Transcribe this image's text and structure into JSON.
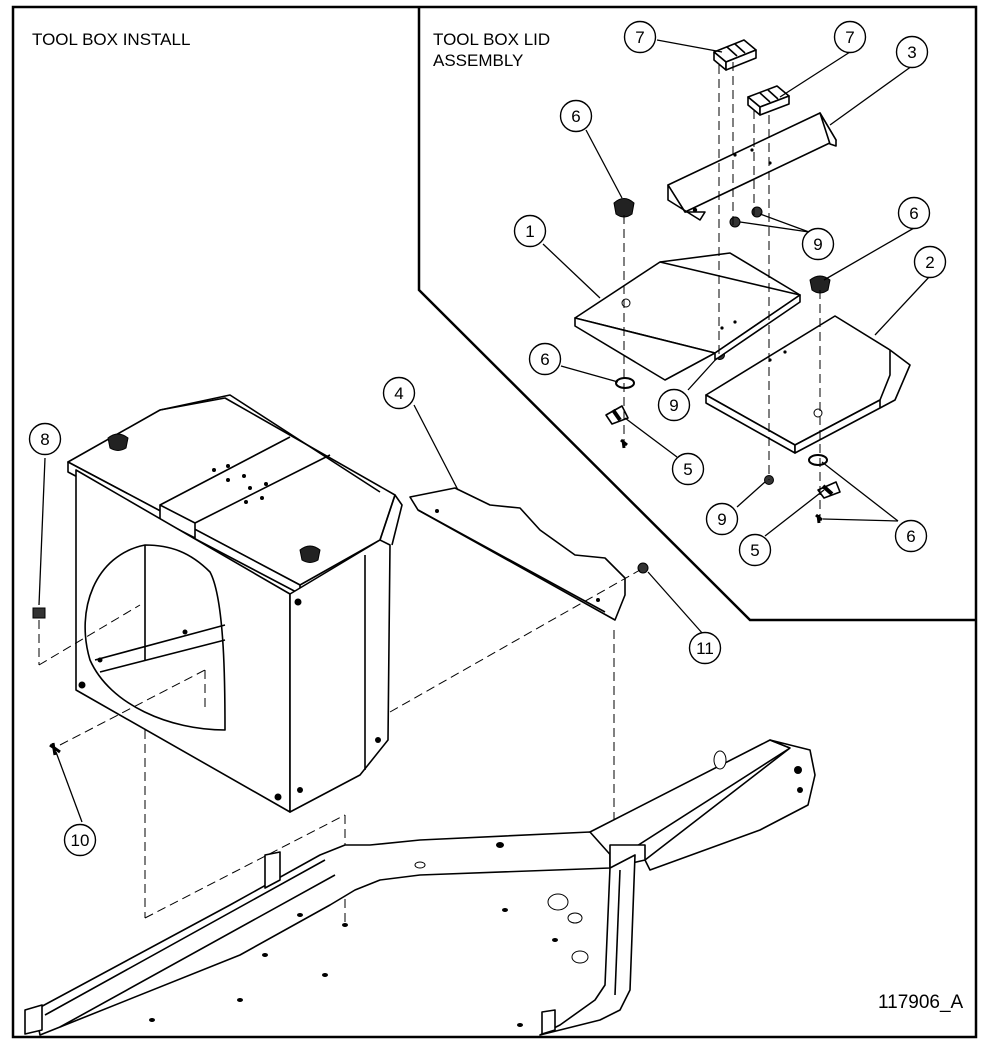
{
  "panels": {
    "left_title": "TOOL BOX INSTALL",
    "right_title_line1": "TOOL BOX LID",
    "right_title_line2": "ASSEMBLY"
  },
  "callouts": {
    "c1": "1",
    "c2": "2",
    "c3": "3",
    "c4": "4",
    "c5a": "5",
    "c5b": "5",
    "c6a": "6",
    "c6b": "6",
    "c6c": "6",
    "c6d": "6",
    "c7a": "7",
    "c7b": "7",
    "c8": "8",
    "c9a": "9",
    "c9b": "9",
    "c9c": "9",
    "c10": "10",
    "c11": "11"
  },
  "part_number": "117906_A"
}
